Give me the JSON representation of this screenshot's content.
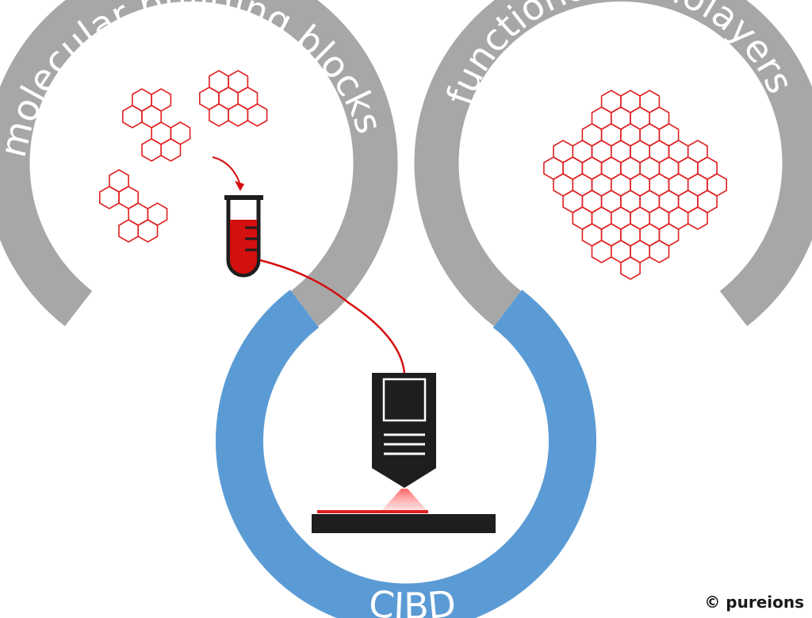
{
  "labels": {
    "left_arc": "molecular building blocks",
    "right_arc": "functional nanolayers",
    "bottom_arc": "CIBD",
    "copyright": "© pureions"
  },
  "colors": {
    "gray_arc": "#a7a7a7",
    "blue_arc": "#5b9bd5",
    "hexagon": "#e02020",
    "liquid": "#d40f0f",
    "machine": "#1e1e1e",
    "text": "#ffffff"
  },
  "icons": {
    "test_tube": "test-tube-icon",
    "deposition_head": "deposition-nozzle-icon",
    "substrate": "substrate-plate-icon"
  }
}
